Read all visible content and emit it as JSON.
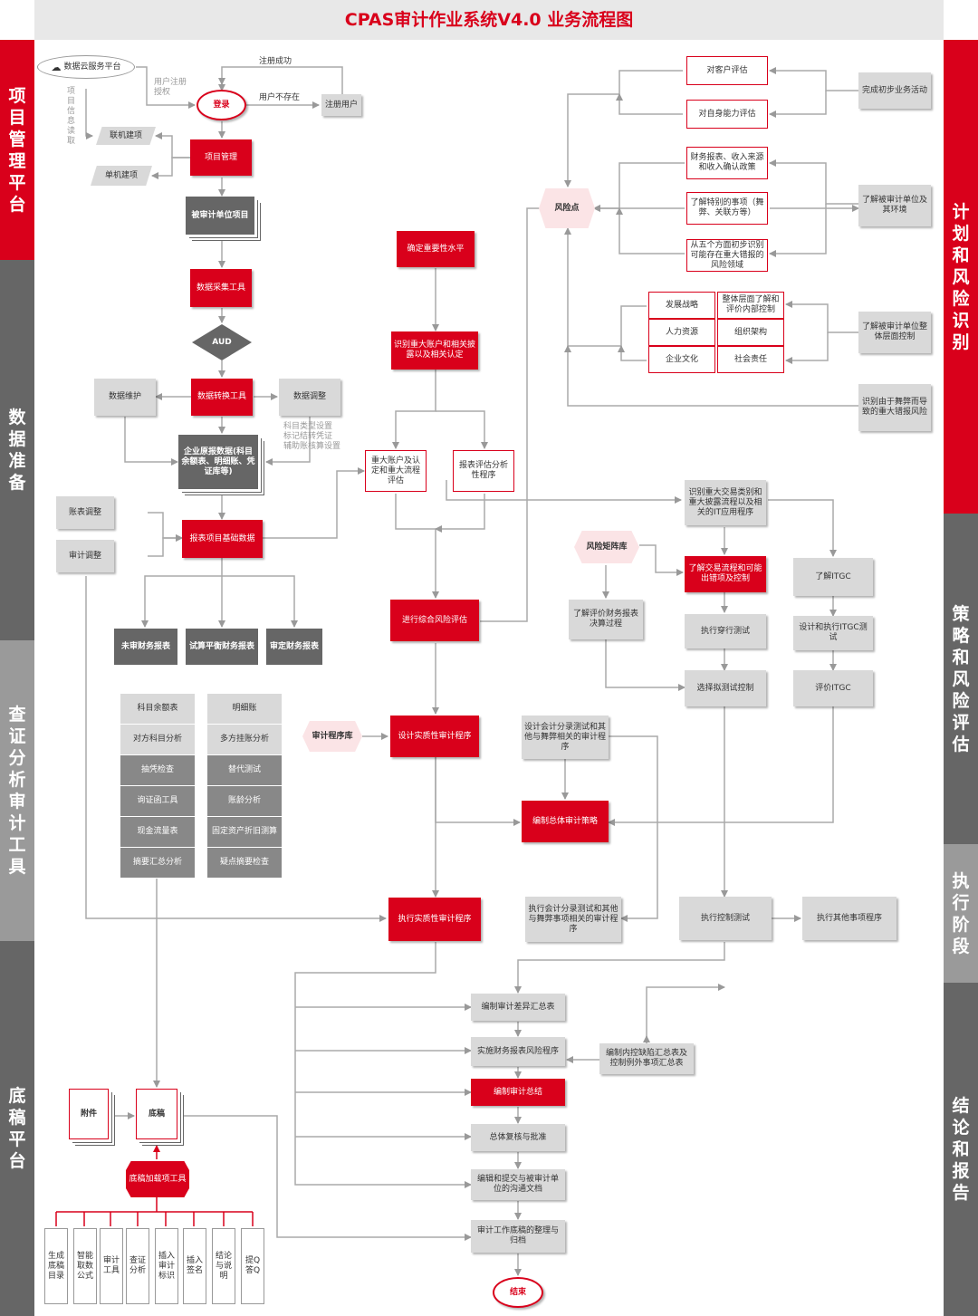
{
  "title": "CPAS审计作业系统V4.0 业务流程图",
  "colors": {
    "accent": "#d9001b",
    "gray_dark": "#666666",
    "gray_light": "#d9d9d9",
    "band": "#e8e8e8"
  },
  "side_labels": {
    "left": [
      "项目管理平台",
      "数据准备",
      "查证分析审计工具",
      "底稿平台"
    ],
    "right": [
      "计划和风险识别",
      "策略和风险评估",
      "执行阶段",
      "结论和报告"
    ]
  },
  "nodes": {
    "cloud": "数据云服务平台",
    "login": "登录",
    "register": "注册用户",
    "online": "联机建项",
    "standalone": "单机建项",
    "pm": "项目管理",
    "audited": "被审计单位项目",
    "collect": "数据采集工具",
    "aud": "AUD",
    "convert": "数据转换工具",
    "maint": "数据维护",
    "adjust": "数据调整",
    "raw": "企业原报数据(科目余额表、明细账、凭证库等)",
    "acctadj": "账表调整",
    "auditadj": "审计调整",
    "basedata": "报表项目基础数据",
    "unaudited": "未审财务报表",
    "trial": "试算平衡财务报表",
    "audited_fs": "审定财务报表",
    "materiality": "确定重要性水平",
    "identify": "识别重大账户和相关披露以及相关认定",
    "sigacct": "重大账户及认定和重大流程评估",
    "analytic": "报表评估分析性程序",
    "risk_eval": "进行综合风险评估",
    "design_sub": "设计实质性审计程序",
    "audit_lib": "审计程序库",
    "exec_sub": "执行实质性审计程序",
    "riskpt": "风险点",
    "eval_client": "对客户评估",
    "eval_self": "对自身能力评估",
    "prelim": "完成初步业务活动",
    "fin_rev": "财务报表、收入来源和收入确认政策",
    "special": "了解特别的事项（舞弊、关联方等）",
    "five": "从五个方面初步识别可能存在重大错报的风险领域",
    "understand_env": "了解被审计单位及其环境",
    "strategy": "发展战略",
    "entity_ctrl": "整体层面了解和评价内部控制",
    "hr": "人力资源",
    "org": "组织架构",
    "culture": "企业文化",
    "social": "社会责任",
    "understand_ctrl": "了解被审计单位整体层面控制",
    "fraud_risk": "识别由于舞弊而导致的重大错报风险",
    "sig_class": "识别重大交易类别和重大披露流程以及相关的IT应用程序",
    "risk_matrix": "风险矩阵库",
    "txn_flow": "了解交易流程和可能出错项及控制",
    "close_proc": "了解评价财务报表决算过程",
    "walk": "执行穿行测试",
    "itgc": "了解ITGC",
    "itgc_test": "设计和执行ITGC测试",
    "itgc_eval": "评价ITGC",
    "select": "选择拟测试控制",
    "design_je": "设计会计分录测试和其他与舞弊相关的审计程序",
    "overall": "编制总体审计策略",
    "exec_je": "执行会计分录测试和其他与舞弊事项相关的审计程序",
    "exec_ctrl": "执行控制测试",
    "exec_other": "执行其他事项程序",
    "diff": "编制审计差异汇总表",
    "fs_risk": "实施财务报表风险程序",
    "deficiency": "编制内控缺陷汇总表及控制例外事项汇总表",
    "summary": "编制审计总结",
    "review": "总体复核与批准",
    "comm": "编辑和提交与被审计单位的沟通文档",
    "archive": "审计工作底稿的整理与归档",
    "end": "结束",
    "attach": "附件",
    "wp": "底稿",
    "loader": "底稿加载项工具"
  },
  "tools_left": [
    "科目余额表",
    "对方科目分析",
    "抽凭检查",
    "询证函工具",
    "现金流量表",
    "摘要汇总分析"
  ],
  "tools_right": [
    "明细账",
    "多方挂账分析",
    "替代测试",
    "账龄分析",
    "固定资产折旧测算",
    "疑点摘要检查"
  ],
  "wp_tools": [
    "生成底稿目录",
    "智能取数公式",
    "审计工具",
    "查证分析",
    "插入审计标识",
    "插入签名",
    "结论与说明",
    "提Q答Q"
  ],
  "labels": {
    "reg_ok": "注册成功",
    "not_exist": "用户不存在",
    "reg_auth": "用户注册授权",
    "info_read": "项目信息读取",
    "settings": "科目类型设置\n标记结转凭证\n辅助账核算设置"
  }
}
